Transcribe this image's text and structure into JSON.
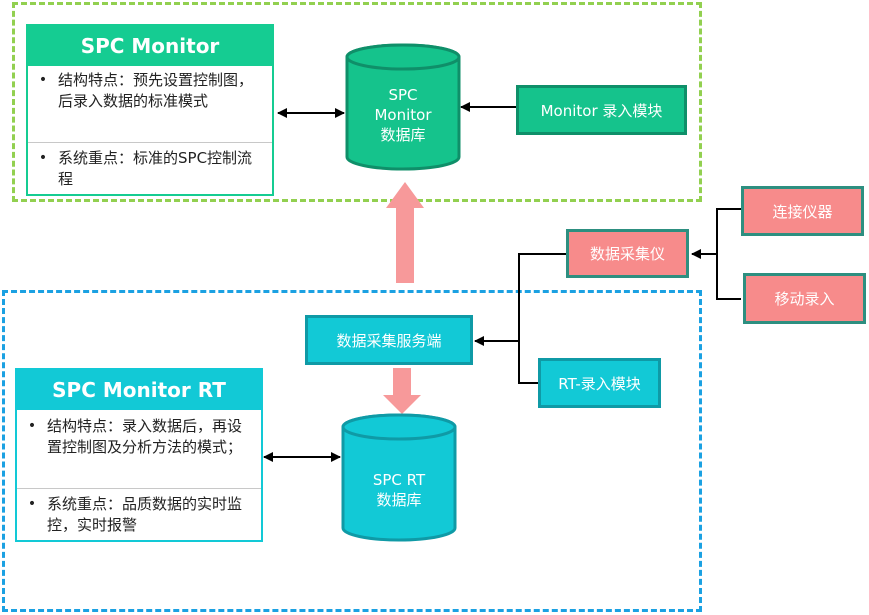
{
  "monitor_panel": {
    "title": "SPC Monitor",
    "bullets": [
      {
        "marker": "•",
        "text": "结构特点：预先设置控制图，后录入数据的标准模式"
      },
      {
        "marker": "•",
        "text": "系统重点：标准的SPC控制流程"
      }
    ]
  },
  "rt_panel": {
    "title": "SPC Monitor RT",
    "bullets": [
      {
        "marker": "•",
        "text": "结构特点：录入数据后，再设置控制图及分析方法的模式；"
      },
      {
        "marker": "•",
        "text": "系统重点：品质数据的实时监控，实时报警"
      }
    ]
  },
  "databases": {
    "monitor_db": "SPC\nMonitor\n数据库",
    "rt_db": "SPC RT\n数据库"
  },
  "modules": {
    "monitor_entry": "Monitor 录入模块",
    "collector_device": "数据采集仪",
    "connect_instrument": "连接仪器",
    "mobile_entry": "移动录入",
    "collector_server": "数据采集服务端",
    "rt_entry": "RT-录入模块"
  },
  "colors": {
    "green": "#15cc92",
    "teal": "#12c9d6",
    "pink": "#f78b8b",
    "frame_green": "#92d050",
    "frame_blue": "#1ba1e2"
  }
}
